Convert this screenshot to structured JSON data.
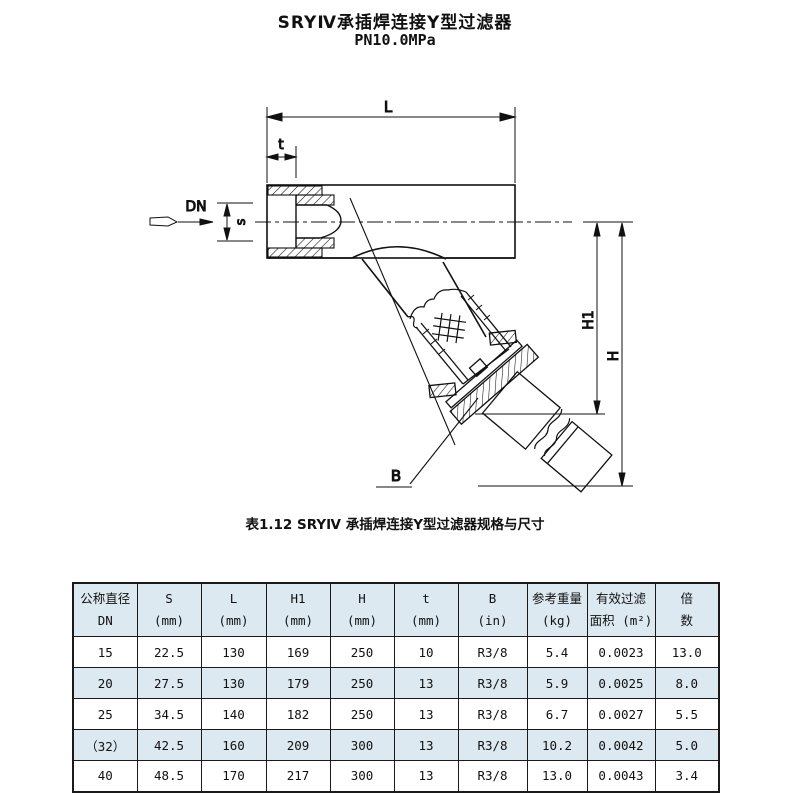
{
  "page": {
    "title": "SRYⅣ承插焊连接Y型过滤器",
    "subtitle": "PN10.0MPa",
    "caption": "表1.12 SRYⅣ 承插焊连接Y型过滤器规格与尺寸"
  },
  "drawing": {
    "labels": {
      "L": "L",
      "t": "t",
      "DN": "DN",
      "s": "s",
      "H1": "H1",
      "H": "H",
      "B": "B"
    }
  },
  "table": {
    "colors": {
      "header_bg": "#dce9f1",
      "stripe_bg": "#dce9f1",
      "border": "#1a1a1a"
    },
    "header_row1": [
      "公称直径",
      "S",
      "L",
      "H1",
      "H",
      "t",
      "B",
      "参考重量",
      "有效过滤",
      "倍"
    ],
    "header_row2": [
      "DN",
      "(mm)",
      "(mm)",
      "(mm)",
      "(mm)",
      "(mm)",
      "(in)",
      "(kg)",
      "面积 (m²)",
      "数"
    ],
    "rows": [
      [
        "15",
        "22.5",
        "130",
        "169",
        "250",
        "10",
        "R3/8",
        "5.4",
        "0.0023",
        "13.0"
      ],
      [
        "20",
        "27.5",
        "130",
        "179",
        "250",
        "13",
        "R3/8",
        "5.9",
        "0.0025",
        "8.0"
      ],
      [
        "25",
        "34.5",
        "140",
        "182",
        "250",
        "13",
        "R3/8",
        "6.7",
        "0.0027",
        "5.5"
      ],
      [
        "（32）",
        "42.5",
        "160",
        "209",
        "300",
        "13",
        "R3/8",
        "10.2",
        "0.0042",
        "5.0"
      ],
      [
        "40",
        "48.5",
        "170",
        "217",
        "300",
        "13",
        "R3/8",
        "13.0",
        "0.0043",
        "3.4"
      ]
    ]
  }
}
